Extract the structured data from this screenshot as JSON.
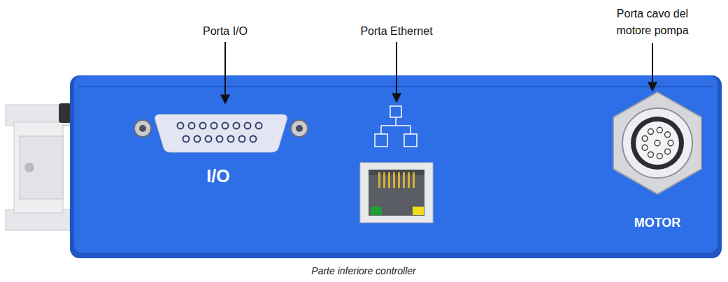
{
  "diagram": {
    "caption": "Parte inferiore controller",
    "labels": [
      "Porta I/O",
      "Porta Ethernet",
      "Porta cavo del motore pompa",
      "I/O",
      "MOTOR"
    ]
  }
}
